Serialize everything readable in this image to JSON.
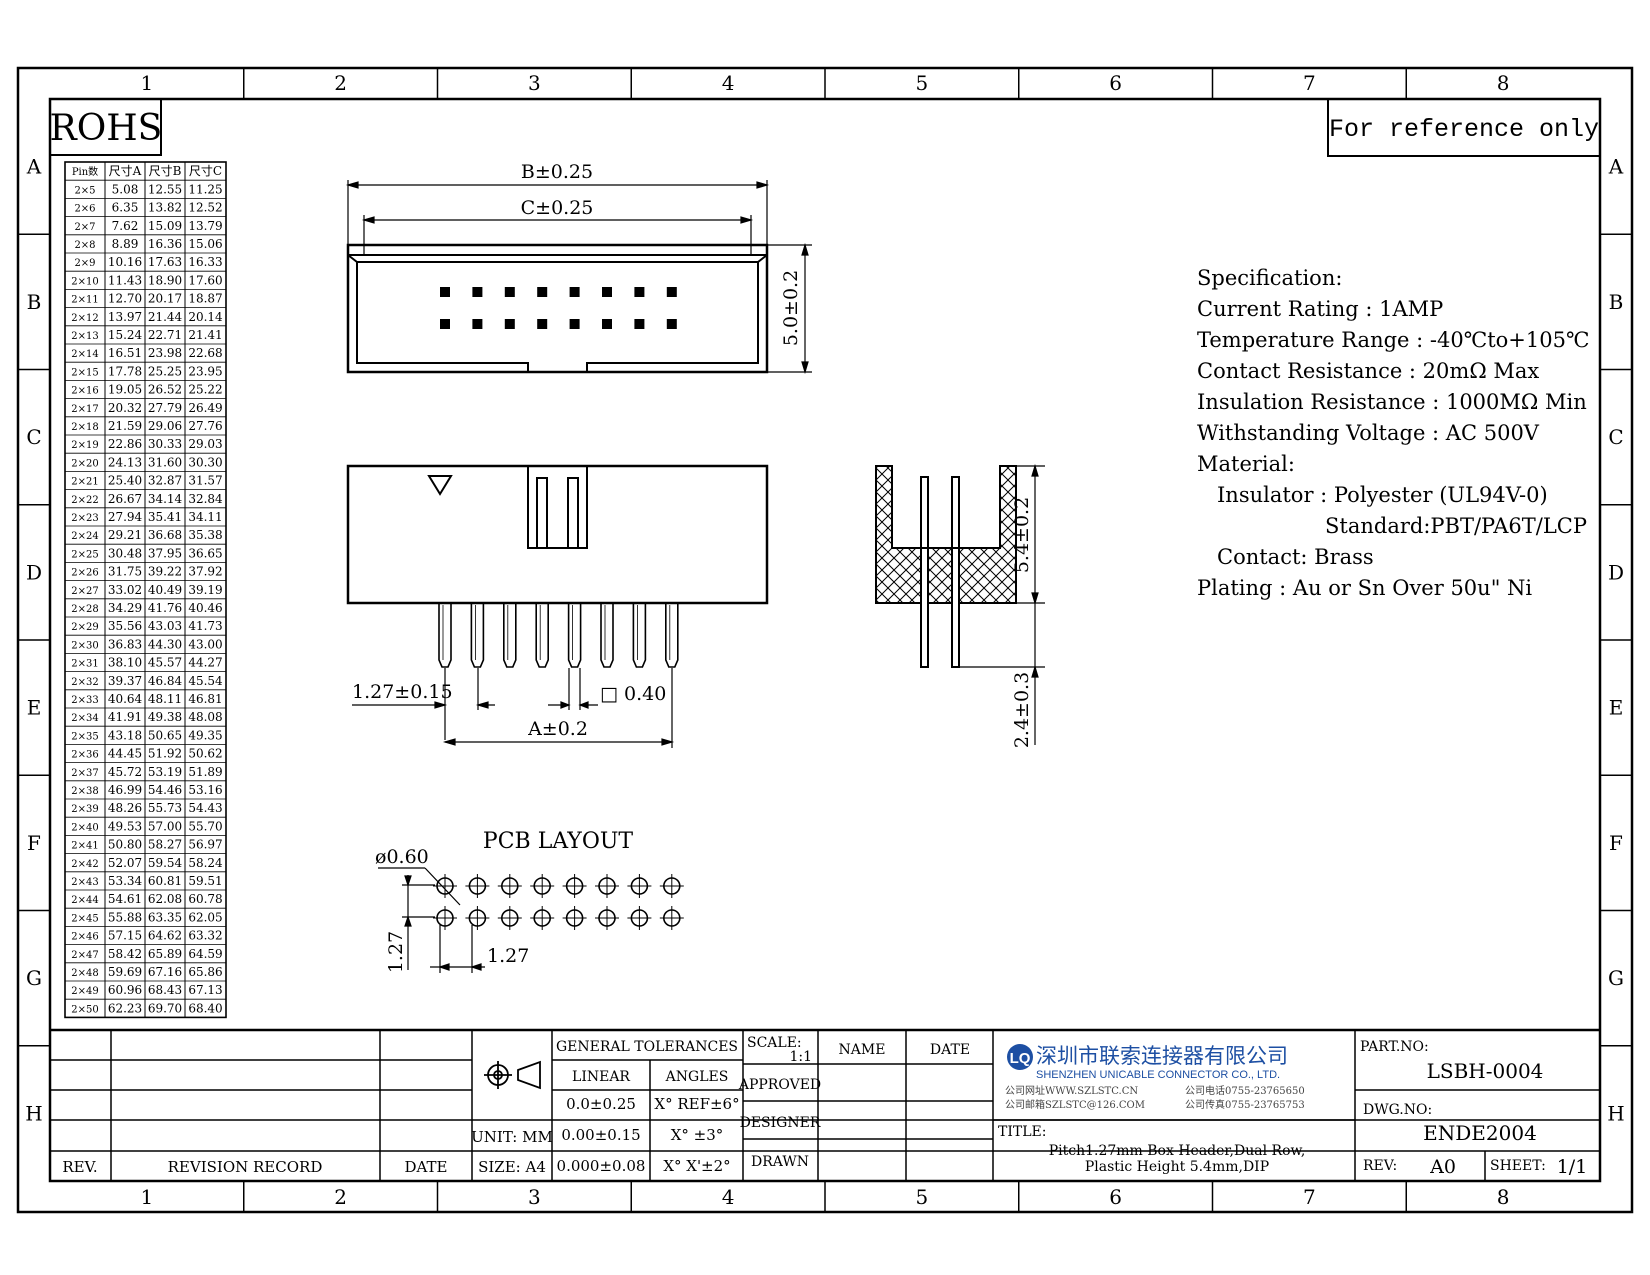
{
  "frame": {
    "columns": [
      "1",
      "2",
      "3",
      "4",
      "5",
      "6",
      "7",
      "8"
    ],
    "rows": [
      "A",
      "B",
      "C",
      "D",
      "E",
      "F",
      "G",
      "H"
    ]
  },
  "rohs": "ROHS",
  "reference_note": "For reference only",
  "dim_table": {
    "headers": [
      "Pin数",
      "尺寸A",
      "尺寸B",
      "尺寸C"
    ],
    "rows": [
      [
        "2×5",
        "5.08",
        "12.55",
        "11.25"
      ],
      [
        "2×6",
        "6.35",
        "13.82",
        "12.52"
      ],
      [
        "2×7",
        "7.62",
        "15.09",
        "13.79"
      ],
      [
        "2×8",
        "8.89",
        "16.36",
        "15.06"
      ],
      [
        "2×9",
        "10.16",
        "17.63",
        "16.33"
      ],
      [
        "2×10",
        "11.43",
        "18.90",
        "17.60"
      ],
      [
        "2×11",
        "12.70",
        "20.17",
        "18.87"
      ],
      [
        "2×12",
        "13.97",
        "21.44",
        "20.14"
      ],
      [
        "2×13",
        "15.24",
        "22.71",
        "21.41"
      ],
      [
        "2×14",
        "16.51",
        "23.98",
        "22.68"
      ],
      [
        "2×15",
        "17.78",
        "25.25",
        "23.95"
      ],
      [
        "2×16",
        "19.05",
        "26.52",
        "25.22"
      ],
      [
        "2×17",
        "20.32",
        "27.79",
        "26.49"
      ],
      [
        "2×18",
        "21.59",
        "29.06",
        "27.76"
      ],
      [
        "2×19",
        "22.86",
        "30.33",
        "29.03"
      ],
      [
        "2×20",
        "24.13",
        "31.60",
        "30.30"
      ],
      [
        "2×21",
        "25.40",
        "32.87",
        "31.57"
      ],
      [
        "2×22",
        "26.67",
        "34.14",
        "32.84"
      ],
      [
        "2×23",
        "27.94",
        "35.41",
        "34.11"
      ],
      [
        "2×24",
        "29.21",
        "36.68",
        "35.38"
      ],
      [
        "2×25",
        "30.48",
        "37.95",
        "36.65"
      ],
      [
        "2×26",
        "31.75",
        "39.22",
        "37.92"
      ],
      [
        "2×27",
        "33.02",
        "40.49",
        "39.19"
      ],
      [
        "2×28",
        "34.29",
        "41.76",
        "40.46"
      ],
      [
        "2×29",
        "35.56",
        "43.03",
        "41.73"
      ],
      [
        "2×30",
        "36.83",
        "44.30",
        "43.00"
      ],
      [
        "2×31",
        "38.10",
        "45.57",
        "44.27"
      ],
      [
        "2×32",
        "39.37",
        "46.84",
        "45.54"
      ],
      [
        "2×33",
        "40.64",
        "48.11",
        "46.81"
      ],
      [
        "2×34",
        "41.91",
        "49.38",
        "48.08"
      ],
      [
        "2×35",
        "43.18",
        "50.65",
        "49.35"
      ],
      [
        "2×36",
        "44.45",
        "51.92",
        "50.62"
      ],
      [
        "2×37",
        "45.72",
        "53.19",
        "51.89"
      ],
      [
        "2×38",
        "46.99",
        "54.46",
        "53.16"
      ],
      [
        "2×39",
        "48.26",
        "55.73",
        "54.43"
      ],
      [
        "2×40",
        "49.53",
        "57.00",
        "55.70"
      ],
      [
        "2×41",
        "50.80",
        "58.27",
        "56.97"
      ],
      [
        "2×42",
        "52.07",
        "59.54",
        "58.24"
      ],
      [
        "2×43",
        "53.34",
        "60.81",
        "59.51"
      ],
      [
        "2×44",
        "54.61",
        "62.08",
        "60.78"
      ],
      [
        "2×45",
        "55.88",
        "63.35",
        "62.05"
      ],
      [
        "2×46",
        "57.15",
        "64.62",
        "63.32"
      ],
      [
        "2×47",
        "58.42",
        "65.89",
        "64.59"
      ],
      [
        "2×48",
        "59.69",
        "67.16",
        "65.86"
      ],
      [
        "2×49",
        "60.96",
        "68.43",
        "67.13"
      ],
      [
        "2×50",
        "62.23",
        "69.70",
        "68.40"
      ]
    ]
  },
  "dimensions": {
    "b": "B±0.25",
    "c": "C±0.25",
    "height_top": "5.0±0.2",
    "pitch": "1.27±0.15",
    "pin_size": "□ 0.40",
    "a": "A±0.2",
    "side_height": "5.4±0.2",
    "tail": "2.4±0.3"
  },
  "pcb": {
    "title": "PCB LAYOUT",
    "hole": "ø0.60",
    "pitch_v": "1.27",
    "pitch_h": "1.27"
  },
  "spec": {
    "lines": [
      "Specification:",
      "Current Rating : 1AMP",
      "Temperature Range : -40℃to+105℃",
      "Contact Resistance : 20mΩ Max",
      "Insulation Resistance : 1000MΩ Min",
      "Withstanding Voltage : AC 500V",
      "Material:",
      "Insulator : Polyester (UL94V-0)",
      "Standard:PBT/PA6T/LCP",
      "Contact: Brass",
      "Plating : Au or Sn Over 50u\" Ni"
    ]
  },
  "title_block": {
    "revision": {
      "rev": "REV.",
      "record": "REVISION RECORD",
      "date": "DATE"
    },
    "unit": "UNIT: MM",
    "size": "SIZE: A4",
    "tolerances": {
      "header": "GENERAL TOLERANCES",
      "linear": "LINEAR",
      "angles": "ANGLES",
      "rows": [
        [
          "0.0±0.25",
          "X° REF±6°"
        ],
        [
          "0.00±0.15",
          "X° ±3°"
        ],
        [
          "0.000±0.08",
          "X° X'±2°"
        ]
      ]
    },
    "scale_label": "SCALE:",
    "scale_value": "1:1",
    "name": "NAME",
    "date": "DATE",
    "approved": "APPROVED",
    "designer": "DESIGNER",
    "drawn": "DRAWN",
    "company_cn": "深圳市联索连接器有限公司",
    "company_en": "SHENZHEN UNICABLE CONNECTOR CO., LTD.",
    "web": "公司网址WWW.SZLSTC.CN",
    "email": "公司邮箱SZLSTC@126.COM",
    "phone": "公司电话0755-23765650",
    "fax": "公司传真0755-23765753",
    "title_label": "TITLE:",
    "title_line1": "Pitch1.27mm Box Header,Dual Row,",
    "title_line2": "Plastic Height 5.4mm,DIP",
    "part_no_label": "PART.NO:",
    "part_no": "LSBH-0004",
    "dwg_no_label": "DWG.NO:",
    "dwg_no": "ENDE2004",
    "rev_label": "REV:",
    "rev": "A0",
    "sheet_label": "SHEET:",
    "sheet": "1/1"
  }
}
